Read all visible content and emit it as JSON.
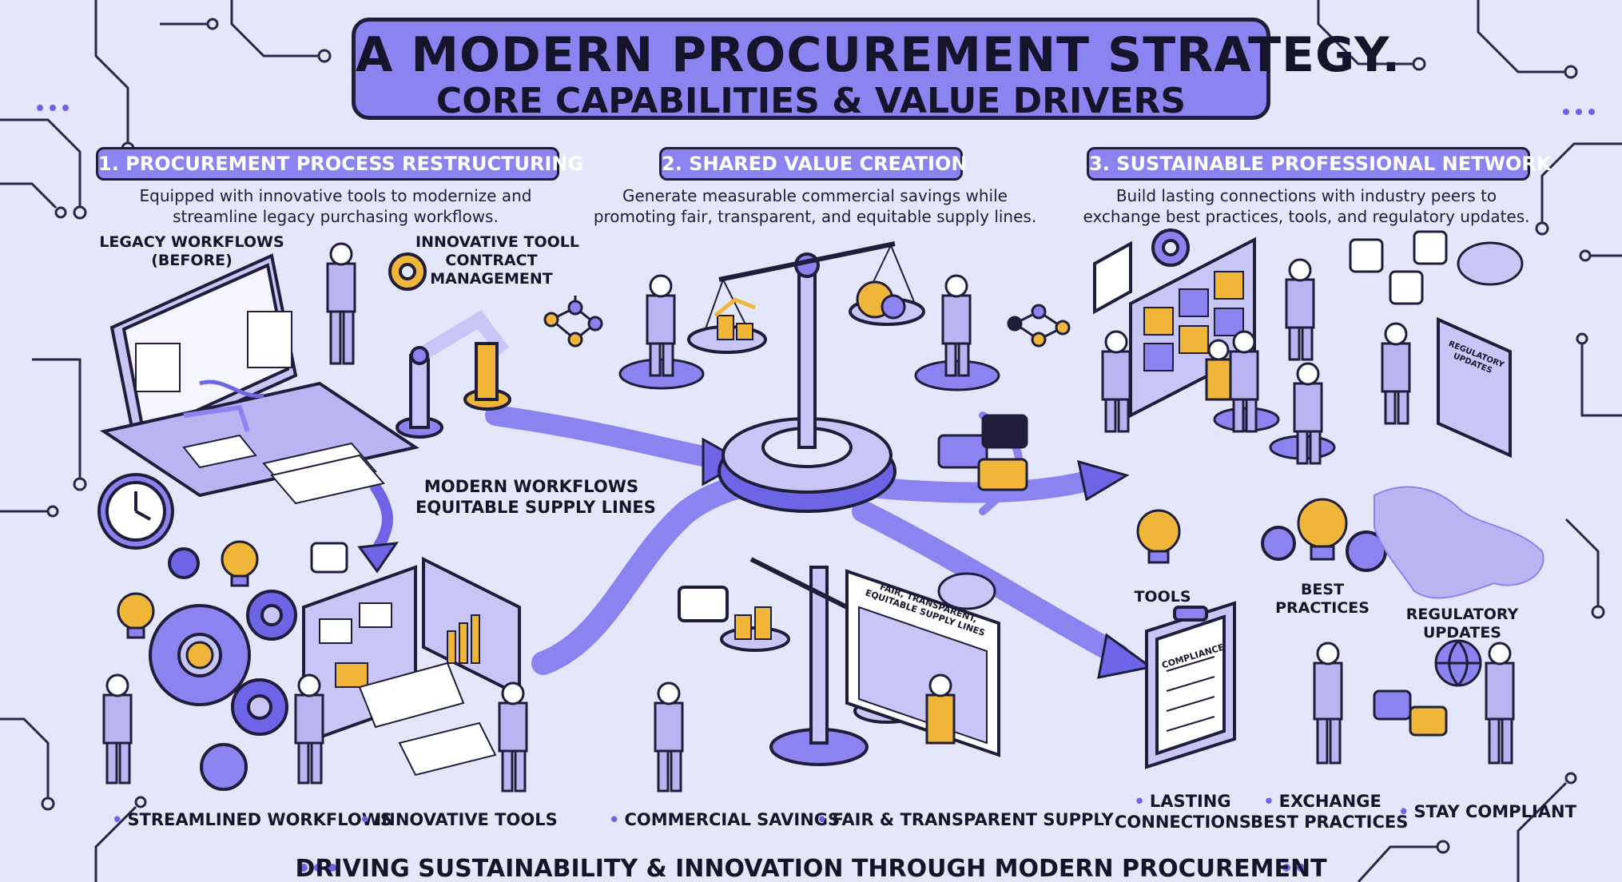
{
  "title": {
    "line1": "A MODERN PROCUREMENT STRATEGY.",
    "line2": "CORE CAPABILITIES & VALUE DRIVERS"
  },
  "sections": [
    {
      "heading": "1. PROCUREMENT PROCESS RESTRUCTURING",
      "desc_line1": "Equipped with innovative tools to modernize and",
      "desc_line2": "streamline legacy purchasing workflows."
    },
    {
      "heading": "2. SHARED VALUE CREATION",
      "desc_line1": "Generate measurable commercial savings while",
      "desc_line2": "promoting fair, transparent, and equitable supply lines."
    },
    {
      "heading": "3. SUSTAINABLE PROFESSIONAL NETWORK",
      "desc_line1": "Build lasting connections with industry peers to",
      "desc_line2": "exchange best practices, tools, and regulatory updates."
    }
  ],
  "labels": {
    "legacy_line1": "LEGACY WORKFLOWS",
    "legacy_line2": "(BEFORE)",
    "innovative_line1": "INNOVATIVE TOOLL",
    "innovative_line2": "CONTRACT",
    "innovative_line3": "MANAGEMENT",
    "modern_line1": "MODERN WORKFLOWS",
    "modern_line2": "EQUITABLE SUPPLY LINES",
    "tools": "TOOLS",
    "best_line1": "BEST",
    "best_line2": "PRACTICES",
    "regulatory_line1": "REGULATORY",
    "regulatory_line2": "UPDATES",
    "compliance_board": "COMPLIANCE",
    "regulatory_tablet": "REGULATORY UPDATES",
    "fair_board_line1": "FAIR, TRANSPARENT,",
    "fair_board_line2": "EQUITABLE SUPPLY LINES"
  },
  "bullets": {
    "streamlined": "STREAMLINED WORKFLOWS",
    "innovative_tools": "INNOVATIVE TOOLS",
    "commercial": "COMMERCIAL SAVINGS",
    "fair": "FAIR & TRANSPARENT SUPPLY",
    "lasting_line1": "LASTING",
    "lasting_line2": "CONNECTIONS",
    "exchange_line1": "EXCHANGE",
    "exchange_line2": "BEST PRACTICES",
    "compliant": "STAY COMPLIANT"
  },
  "footer": "DRIVING SUSTAINABILITY & INNOVATION THROUGH MODERN PROCUREMENT",
  "colors": {
    "background": "#e4e6fb",
    "accent": "#8b83f0",
    "accent_dark": "#6d64e6",
    "ink": "#1f1d3a",
    "gold": "#f0b63a"
  }
}
